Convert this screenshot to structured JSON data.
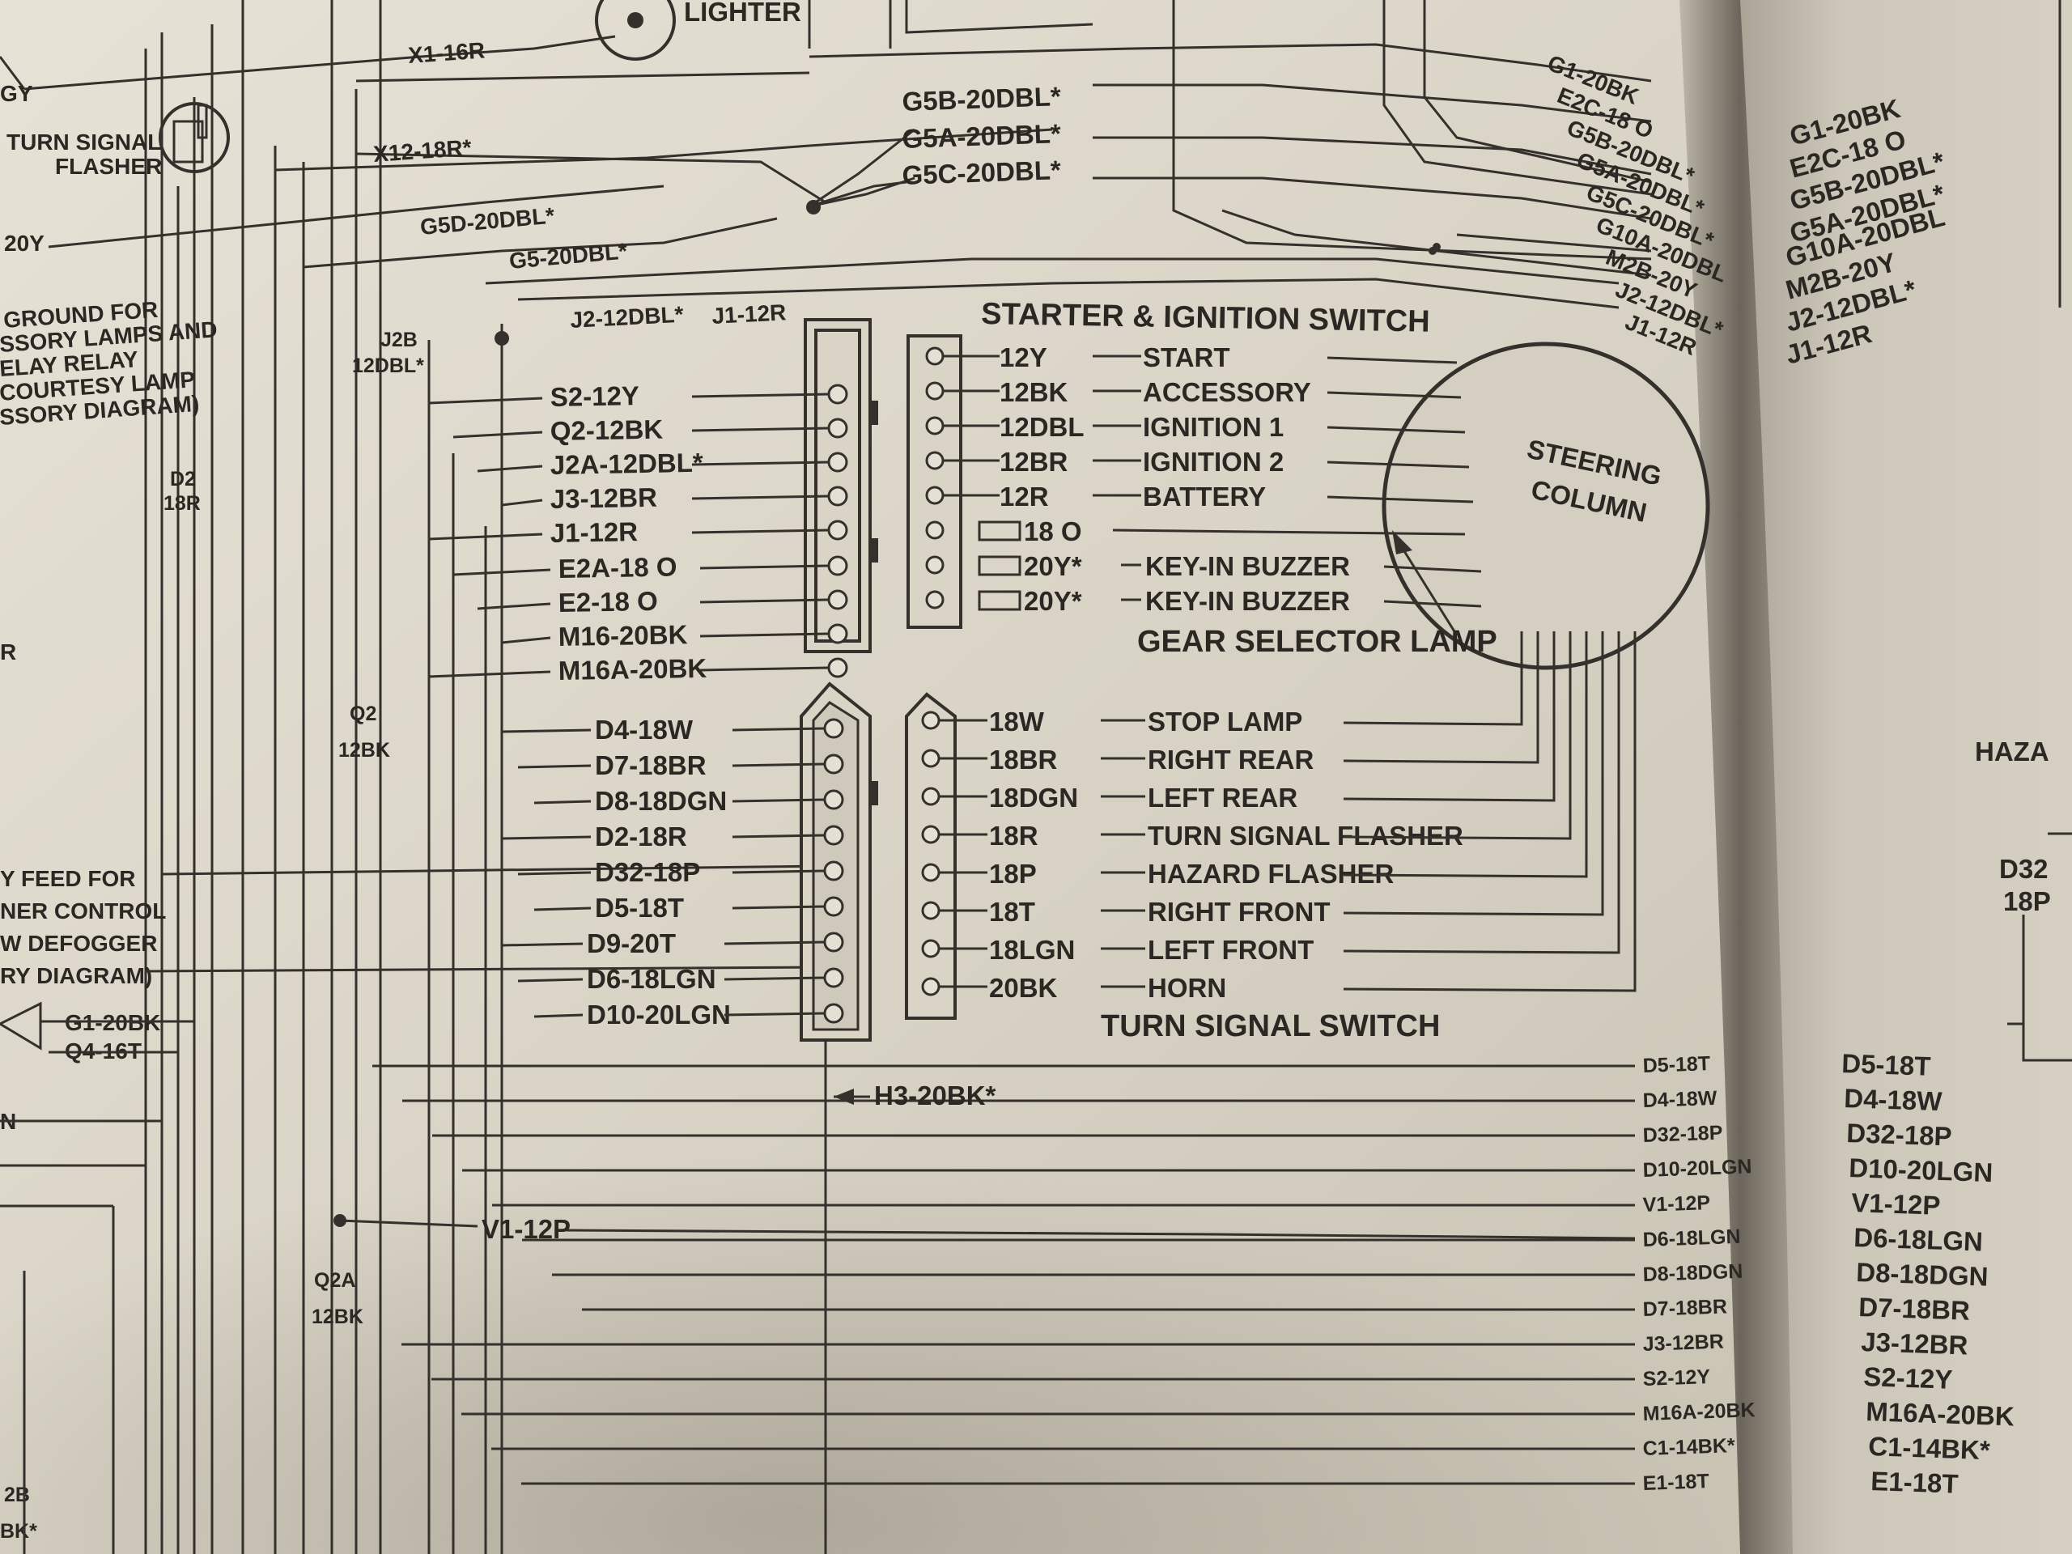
{
  "title": {
    "switch": "STARTER & IGNITION SWITCH",
    "turn": "TURN SIGNAL SWITCH",
    "steering": [
      "STEERING",
      "COLUMN"
    ],
    "gear_lamp": "GEAR SELECTOR LAMP"
  },
  "top": {
    "lighter": "LIGHTER",
    "x1": "X1-16R",
    "x12": "X12-18R*",
    "g5b": "G5B-20DBL*",
    "g5a": "G5A-20DBL*",
    "g5c": "G5C-20DBL*",
    "g5d": "G5D-20DBL*",
    "g5": "G5-20DBL*",
    "j2": "J2-12DBL*",
    "j1": "J1-12R",
    "j2b": [
      "J2B",
      "12DBL*"
    ],
    "gy": "GY",
    "y20": "20Y",
    "flasher": [
      "TURN SIGNAL",
      "FLASHER"
    ]
  },
  "left_notes": {
    "ground": [
      "GROUND FOR",
      "SSORY LAMPS AND",
      "ELAY RELAY",
      "COURTESY LAMP",
      "SSORY DIAGRAM)"
    ],
    "d2": [
      "D2",
      "18R"
    ],
    "q2": [
      "Q2",
      "12BK"
    ],
    "q2a": [
      "Q2A",
      "12BK"
    ],
    "feed": [
      "Y FEED FOR",
      "NER CONTROL",
      "W DEFOGGER",
      "RY DIAGRAM)"
    ],
    "g1": "G1-20BK",
    "q4": "Q4-16T",
    "n": "N",
    "r": "R",
    "p2b": [
      "2B",
      "BK*"
    ]
  },
  "ign_connector": [
    "S2-12Y",
    "Q2-12BK",
    "J2A-12DBL*",
    "J3-12BR",
    "J1-12R",
    "E2A-18 O",
    "E2-18 O",
    "M16-20BK",
    "M16A-20BK"
  ],
  "ign_switch": [
    {
      "wire": "12Y",
      "func": "START"
    },
    {
      "wire": "12BK",
      "func": "ACCESSORY"
    },
    {
      "wire": "12DBL",
      "func": "IGNITION 1"
    },
    {
      "wire": "12BR",
      "func": "IGNITION 2"
    },
    {
      "wire": "12R",
      "func": "BATTERY"
    },
    {
      "wire": "18 O",
      "func": ""
    },
    {
      "wire": "20Y*",
      "func": "KEY-IN BUZZER"
    },
    {
      "wire": "20Y*",
      "func": "KEY-IN BUZZER"
    }
  ],
  "turn_connector": [
    "D4-18W",
    "D7-18BR",
    "D8-18DGN",
    "D2-18R",
    "D32-18P",
    "D5-18T",
    "D9-20T",
    "D6-18LGN",
    "D10-20LGN"
  ],
  "turn_switch": [
    {
      "wire": "18W",
      "func": "STOP LAMP"
    },
    {
      "wire": "18BR",
      "func": "RIGHT REAR"
    },
    {
      "wire": "18DGN",
      "func": "LEFT REAR"
    },
    {
      "wire": "18R",
      "func": "TURN SIGNAL FLASHER"
    },
    {
      "wire": "18P",
      "func": "HAZARD FLASHER"
    },
    {
      "wire": "18T",
      "func": "RIGHT FRONT"
    },
    {
      "wire": "18LGN",
      "func": "LEFT FRONT"
    },
    {
      "wire": "20BK",
      "func": "HORN"
    }
  ],
  "h3": "H3-20BK*",
  "v1": "V1-12P",
  "right_bundle_top": [
    "G1-20BK",
    "E2C-18 O",
    "G5B-20DBL*",
    "G5A-20DBL*",
    "G5C-20DBL*",
    "G10A-20DBL",
    "M2B-20Y",
    "J2-12DBL*",
    "J1-12R"
  ],
  "right_bundle_bottom": [
    "D5-18T",
    "D4-18W",
    "D32-18P",
    "D10-20LGN",
    "V1-12P",
    "D6-18LGN",
    "D8-18DGN",
    "D7-18BR",
    "J3-12BR",
    "S2-12Y",
    "M16A-20BK",
    "C1-14BK*",
    "E1-18T"
  ],
  "facing_page": {
    "top": [
      "G1-20BK",
      "E2C-18 O",
      "G5B-20DBL*",
      "G5A-20DBL*",
      "G10A-20DBL",
      "M2B-20Y",
      "J2-12DBL*",
      "J1-12R"
    ],
    "haza": "HAZA",
    "d32": [
      "D32",
      "18P"
    ],
    "bottom": [
      "D5-18T",
      "D4-18W",
      "D32-18P",
      "D10-20LGN",
      "V1-12P",
      "D6-18LGN",
      "D8-18DGN",
      "D7-18BR",
      "J3-12BR",
      "S2-12Y",
      "M16A-20BK",
      "C1-14BK*",
      "E1-18T"
    ]
  }
}
